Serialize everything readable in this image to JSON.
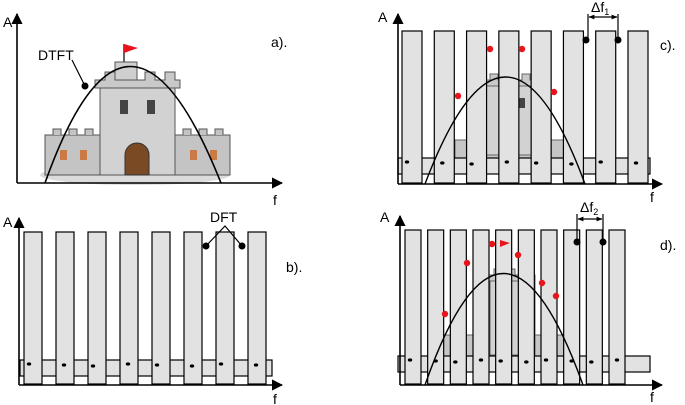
{
  "panels": {
    "a": {
      "tag": "a).",
      "y_axis": "A",
      "x_axis": "f",
      "curve_label": "DTFT",
      "icon": "castle-icon"
    },
    "b": {
      "tag": "b).",
      "y_axis": "A",
      "x_axis": "f",
      "bar_label": "DFT",
      "bar_count": 8
    },
    "c": {
      "tag": "c).",
      "y_axis": "A",
      "x_axis": "f",
      "spacing_label": "Δf",
      "spacing_sub": "1",
      "bar_count": 8,
      "icon": "castle-icon"
    },
    "d": {
      "tag": "d).",
      "y_axis": "A",
      "x_axis": "f",
      "spacing_label": "Δf",
      "spacing_sub": "2",
      "bar_count": 10,
      "icon": "castle-icon"
    }
  },
  "colors": {
    "bar_fill": "#e2e2e2",
    "sample_dot": "#e8141b",
    "flag": "#e8141b",
    "castle_wall": "#bdbdbd",
    "castle_roof": "#c97a45"
  }
}
